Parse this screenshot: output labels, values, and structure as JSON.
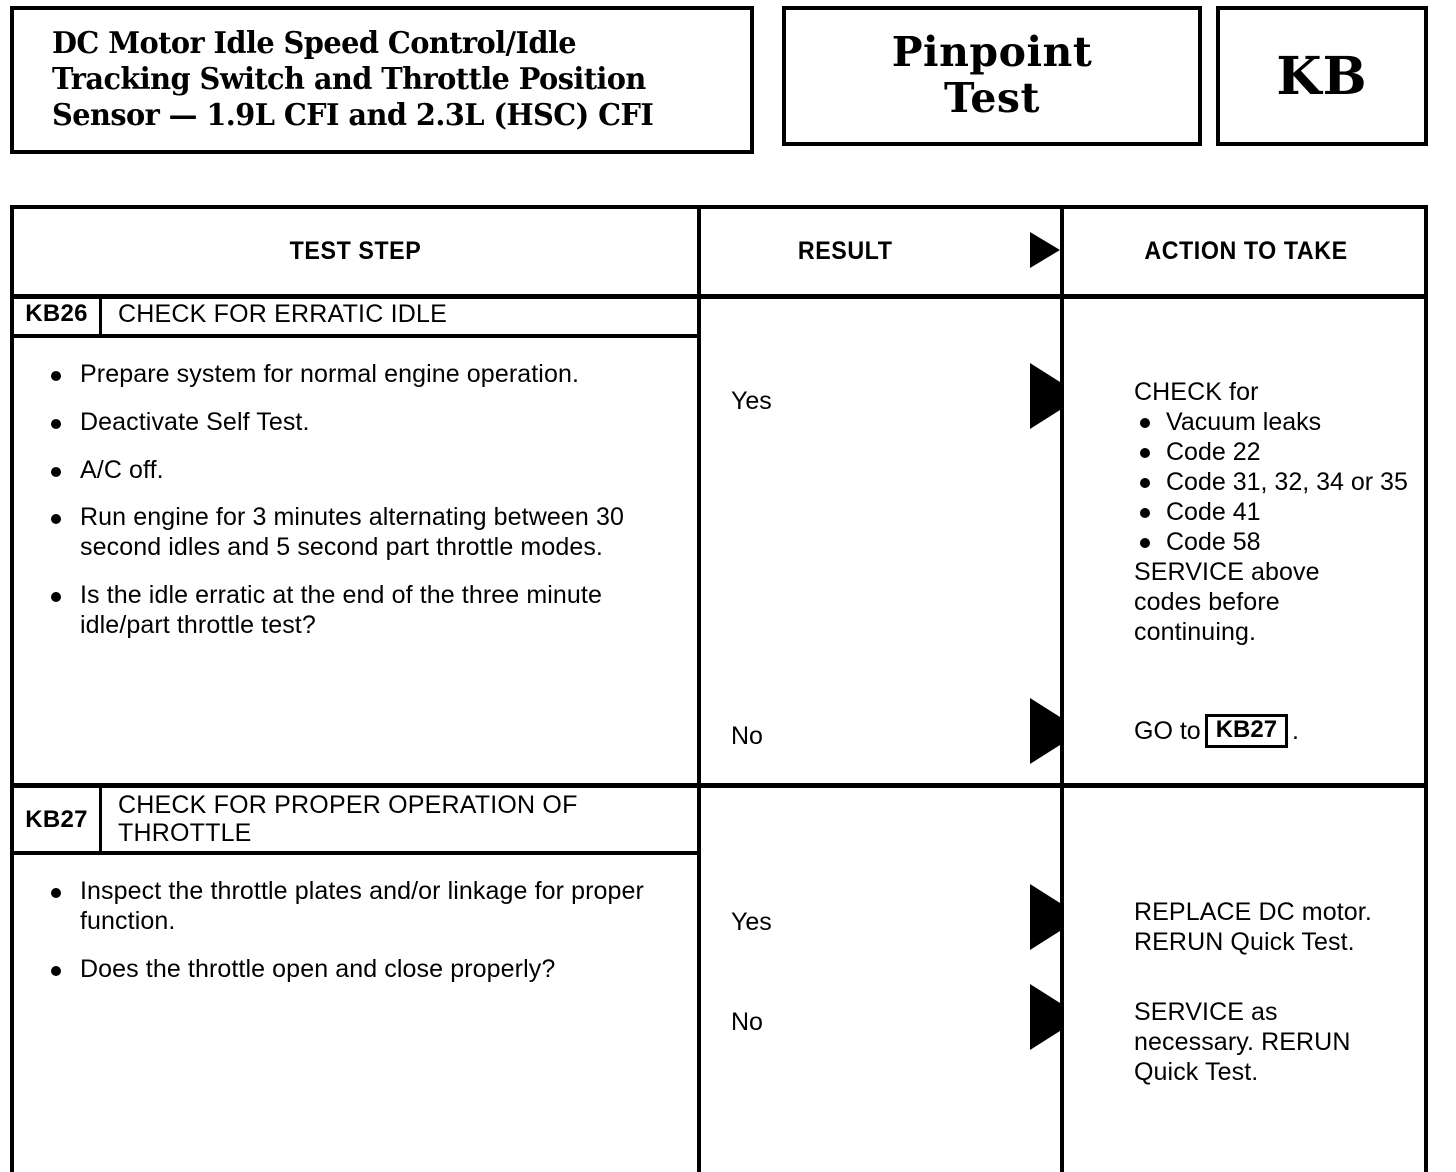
{
  "header": {
    "title": "DC Motor Idle Speed Control/Idle\nTracking Switch and Throttle Position\nSensor — 1.9L CFI and 2.3L (HSC) CFI",
    "doc_type": "Pinpoint\nTest",
    "test_code": "KB"
  },
  "table": {
    "columns": {
      "test_step": "TEST STEP",
      "result": "RESULT",
      "action": "ACTION TO TAKE"
    },
    "steps": [
      {
        "code": "KB26",
        "name": "CHECK FOR ERRATIC IDLE",
        "bullets": [
          "Prepare system for normal engine operation.",
          "Deactivate Self Test.",
          "A/C off.",
          "Run engine for 3 minutes alternating between 30 second idles and 5 second part throttle modes.",
          "Is the idle erratic at the end of the three minute idle/part throttle test?"
        ],
        "results": [
          {
            "label": "Yes",
            "action_lead": "CHECK for",
            "action_bullets": [
              "Vacuum leaks",
              "Code 22",
              "Code 31, 32, 34 or 35",
              "Code 41",
              "Code 58"
            ],
            "action_tail": "SERVICE above\ncodes before\ncontinuing."
          },
          {
            "label": "No",
            "goto_prefix": "GO to",
            "goto_ref": "KB27",
            "goto_suffix": "."
          }
        ]
      },
      {
        "code": "KB27",
        "name": "CHECK FOR PROPER OPERATION OF\nTHROTTLE",
        "bullets": [
          "Inspect the throttle plates and/or linkage for proper function.",
          "Does the throttle open and close properly?"
        ],
        "results": [
          {
            "label": "Yes",
            "action_text": "REPLACE DC motor.\nRERUN Quick Test."
          },
          {
            "label": "No",
            "action_text": "SERVICE as\nnecessary. RERUN\nQuick Test."
          }
        ]
      }
    ]
  }
}
